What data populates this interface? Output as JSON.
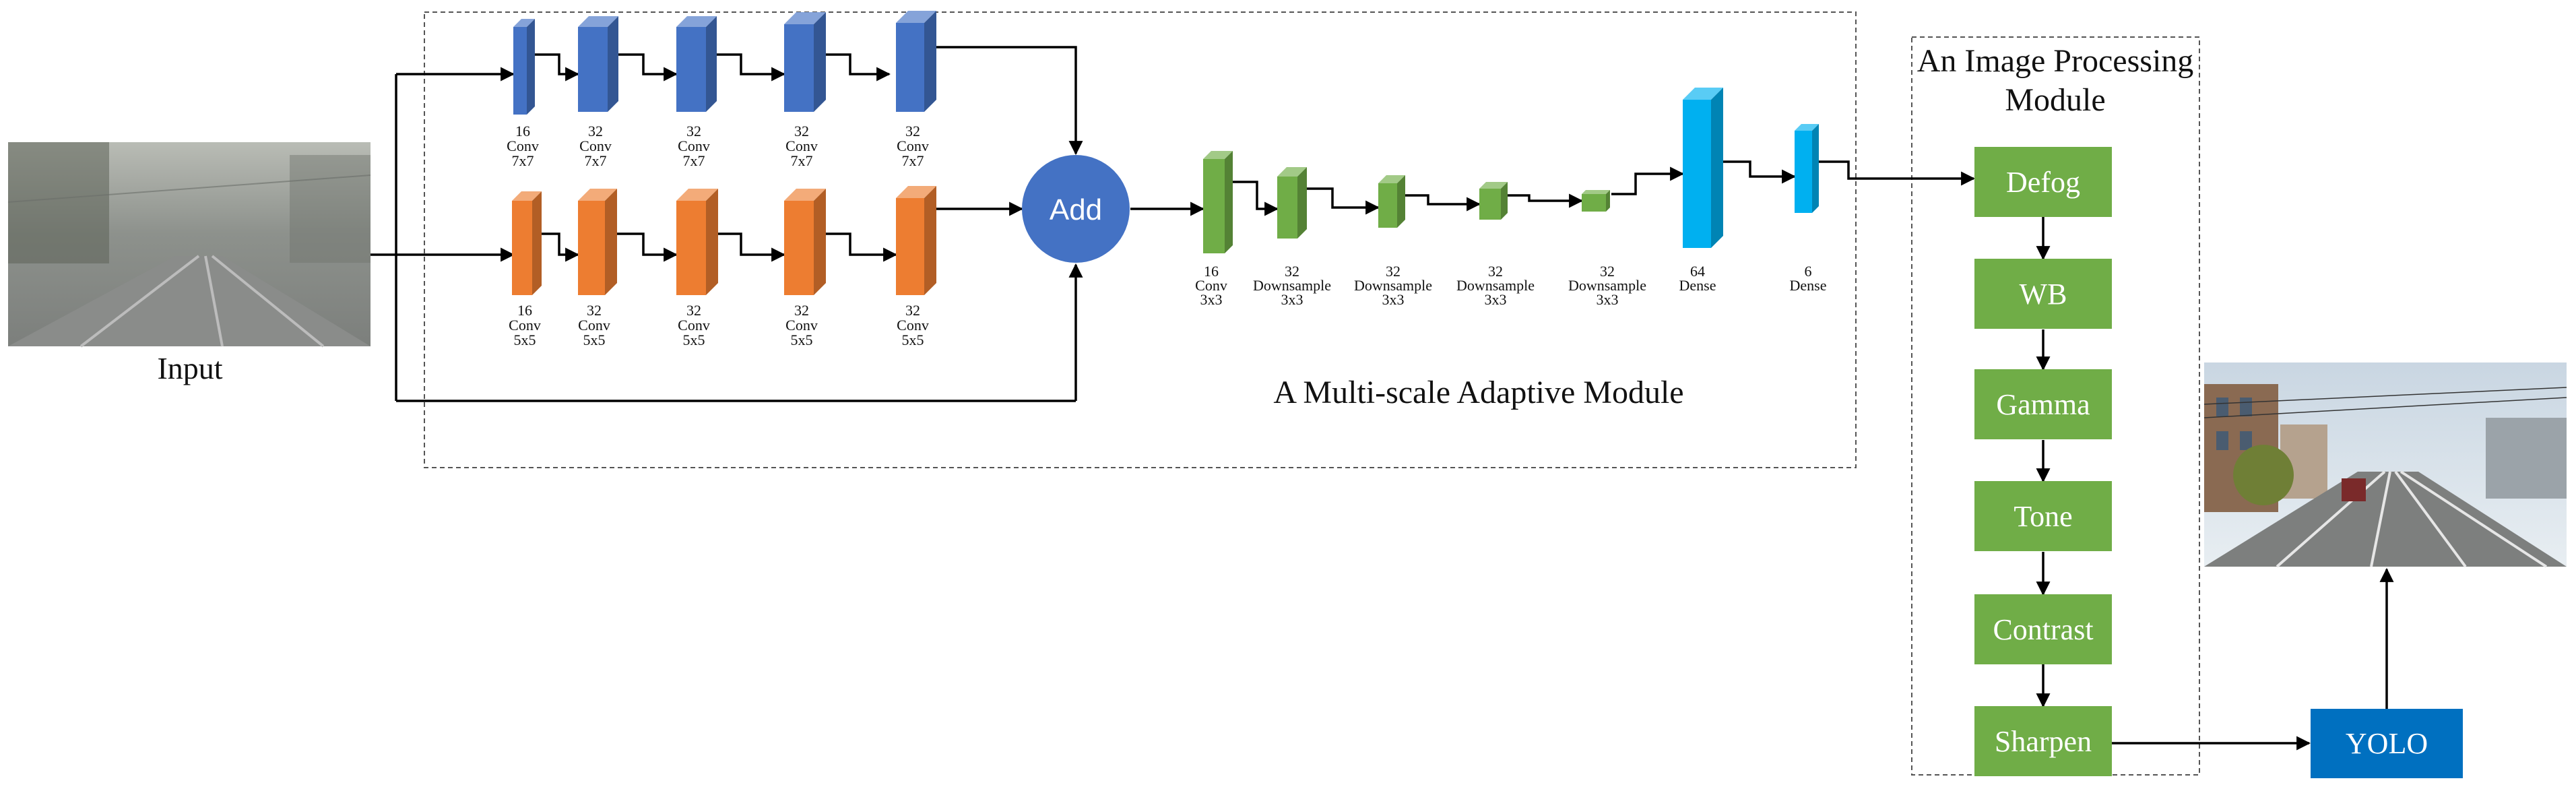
{
  "input_label": "Input",
  "adaptive_module_title": "A Multi-scale Adaptive Module",
  "processing_module_title_line1": "An Image Processing",
  "processing_module_title_line2": "Module",
  "add_label": "Add",
  "yolo_label": "YOLO",
  "branch_7x7": [
    {
      "channels": "16",
      "op": "Conv",
      "kernel": "7x7"
    },
    {
      "channels": "32",
      "op": "Conv",
      "kernel": "7x7"
    },
    {
      "channels": "32",
      "op": "Conv",
      "kernel": "7x7"
    },
    {
      "channels": "32",
      "op": "Conv",
      "kernel": "7x7"
    },
    {
      "channels": "32",
      "op": "Conv",
      "kernel": "7x7"
    }
  ],
  "branch_5x5": [
    {
      "channels": "16",
      "op": "Conv",
      "kernel": "5x5"
    },
    {
      "channels": "32",
      "op": "Conv",
      "kernel": "5x5"
    },
    {
      "channels": "32",
      "op": "Conv",
      "kernel": "5x5"
    },
    {
      "channels": "32",
      "op": "Conv",
      "kernel": "5x5"
    },
    {
      "channels": "32",
      "op": "Conv",
      "kernel": "5x5"
    }
  ],
  "head_layers": [
    {
      "channels": "16",
      "op": "Conv",
      "kernel": "3x3"
    },
    {
      "channels": "32",
      "op": "Downsample",
      "kernel": "3x3"
    },
    {
      "channels": "32",
      "op": "Downsample",
      "kernel": "3x3"
    },
    {
      "channels": "32",
      "op": "Downsample",
      "kernel": "3x3"
    },
    {
      "channels": "32",
      "op": "Downsample",
      "kernel": "3x3"
    },
    {
      "channels": "64",
      "op": "Dense",
      "kernel": ""
    },
    {
      "channels": "6",
      "op": "Dense",
      "kernel": ""
    }
  ],
  "filters": [
    "Defog",
    "WB",
    "Gamma",
    "Tone",
    "Contrast",
    "Sharpen"
  ],
  "colors": {
    "blue_block": "#4472C4",
    "orange_block": "#ED7D31",
    "green_block": "#70AD47",
    "dense_block": "#00B0F0",
    "add_circle": "#4472C4",
    "filter_box": "#70AD47",
    "yolo_box": "#0070C0"
  }
}
